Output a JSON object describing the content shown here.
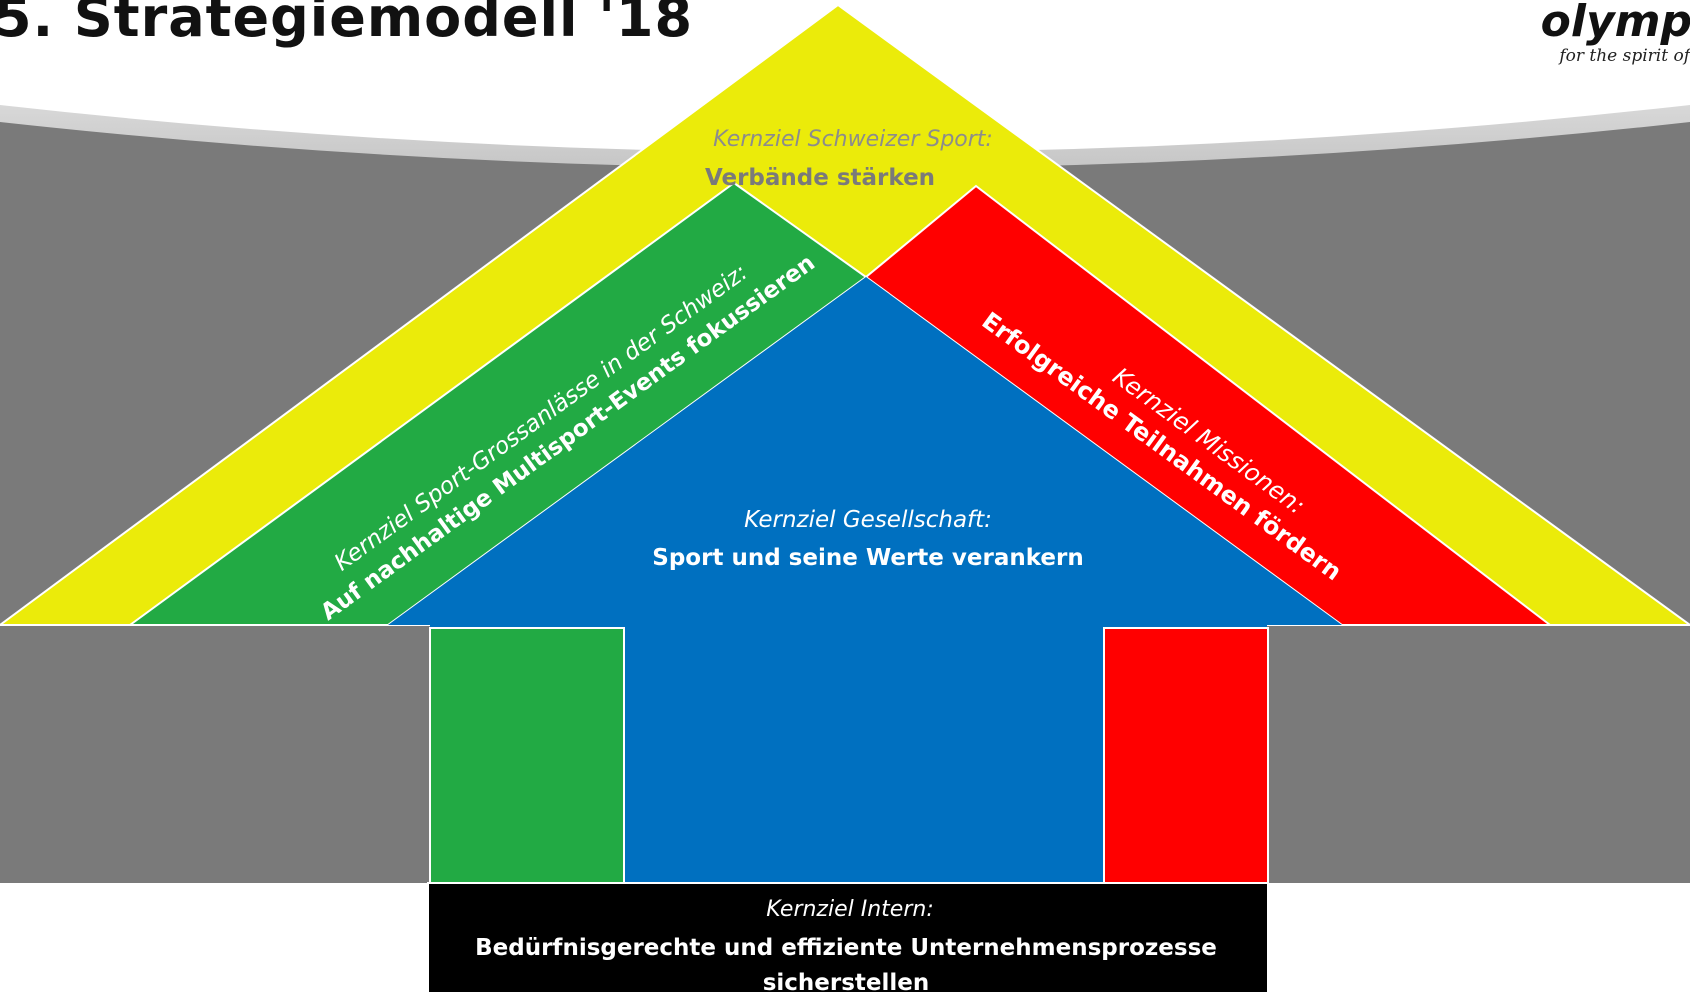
{
  "slide": {
    "title": "5. Strategiemodell '18",
    "logo_word": "olymp",
    "logo_tagline": "for the spirit of"
  },
  "goals": {
    "verbaende": {
      "label": "Kernziel Schweizer Sport:",
      "text": "Verbände stärken",
      "color": "#EBEB0A"
    },
    "grossanlaesse": {
      "label": "Kernziel Sport-Grossanlässe in der Schweiz:",
      "text": "Auf nachhaltige Multisport-Events fokussieren",
      "color": "#22AA44"
    },
    "missionen": {
      "label": "Kernziel Missionen:",
      "text": "Erfolgreiche Teilnahmen fördern",
      "color": "#FF0000"
    },
    "gesellschaft": {
      "label": "Kernziel Gesellschaft:",
      "text": "Sport und seine Werte verankern",
      "color": "#0070C0"
    },
    "intern": {
      "label": "Kernziel Intern:",
      "text_line1": "Bedürfnisgerechte und effiziente Unternehmensprozesse",
      "text_line2": "sicherstellen",
      "color": "#000000"
    }
  },
  "colors": {
    "background_band": "#7A7A7A",
    "label_grey": "#8C8C8C"
  }
}
